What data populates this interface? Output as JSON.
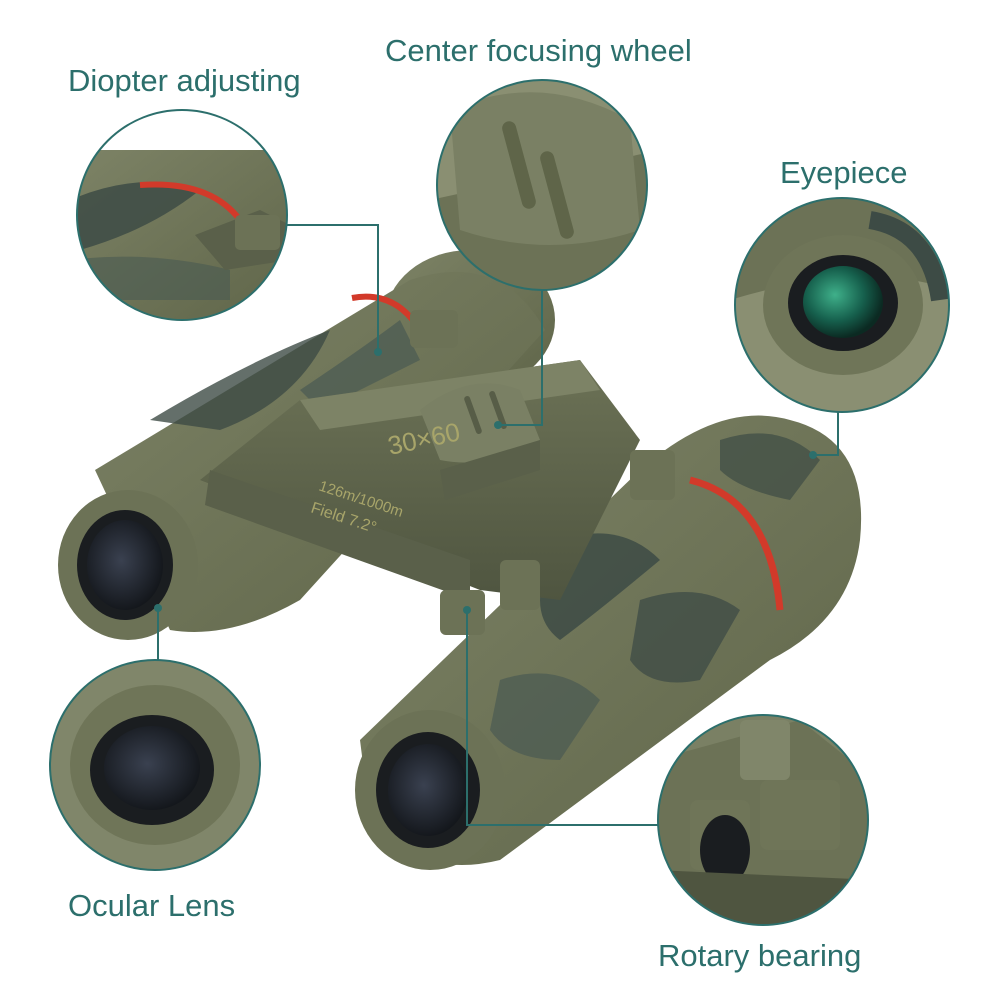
{
  "callouts": {
    "diopter": "Diopter adjusting",
    "center_wheel": "Center focusing wheel",
    "eyepiece": "Eyepiece",
    "ocular_lens": "Ocular Lens",
    "rotary_bearing": "Rotary bearing"
  },
  "product_markings": {
    "model": "30×60",
    "field_distance": "126m/1000m",
    "field_angle": "Field 7.2°"
  },
  "colors": {
    "label": "#2c6f6c",
    "leader_line": "#2c6f6c",
    "camo_olive": "#6f7558",
    "camo_dark": "#3d4b45",
    "red_ring": "#d23a2a"
  }
}
